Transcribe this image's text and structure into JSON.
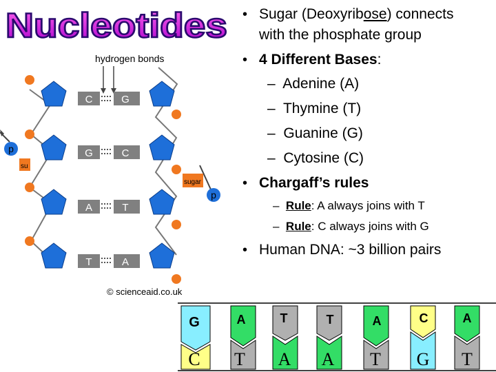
{
  "title": "Nucleotides",
  "colors": {
    "title_fill": "#cc22cc",
    "title_stroke": "#2a0a6e",
    "pentagon": "#1e6fd9",
    "phosphate": "#f07820",
    "base_box": "#808080",
    "adenine_green": "#33dd66",
    "cytosine_yellow": "#ffff88",
    "guanine_cyan": "#88eeff",
    "thymine_gray": "#b0b0b0"
  },
  "bullets": {
    "sugar_pre": "Sugar (Deoxyribose) connects",
    "sugar_line1_a": "Sugar (Deoxyrib",
    "sugar_line1_u": "ose",
    "sugar_line1_b": ") connects",
    "sugar_line2": "with the phosphate group",
    "bases_head": "4 Different Bases",
    "bases_colon": ":",
    "bases": [
      "Adenine (A)",
      "Thymine (T)",
      "Guanine (G)",
      "Cytosine (C)"
    ],
    "chargaff_head": "Chargaff’s rules",
    "rule_word": "Rule",
    "rules": [
      ": A always joins with T",
      ": C always joins with G"
    ],
    "human_dna": "Human DNA: ~3 billion pairs",
    "dash": "–",
    "bullet": "•"
  },
  "diagram": {
    "hydrogen_bonds_label": "hydrogen bonds",
    "pairs": [
      [
        "C",
        "G"
      ],
      [
        "G",
        "C"
      ],
      [
        "A",
        "T"
      ],
      [
        "T",
        "A"
      ]
    ],
    "phosphate_label": "p",
    "sugar_label_left": "su",
    "sugar_label_right": "sugar",
    "credit": "© scienceaid.co.uk"
  },
  "strip": {
    "top": [
      "G",
      "A",
      "T",
      "T",
      "A",
      "C",
      "A"
    ],
    "bottom": [
      "C",
      "T",
      "A",
      "A",
      "T",
      "G",
      "T"
    ]
  }
}
